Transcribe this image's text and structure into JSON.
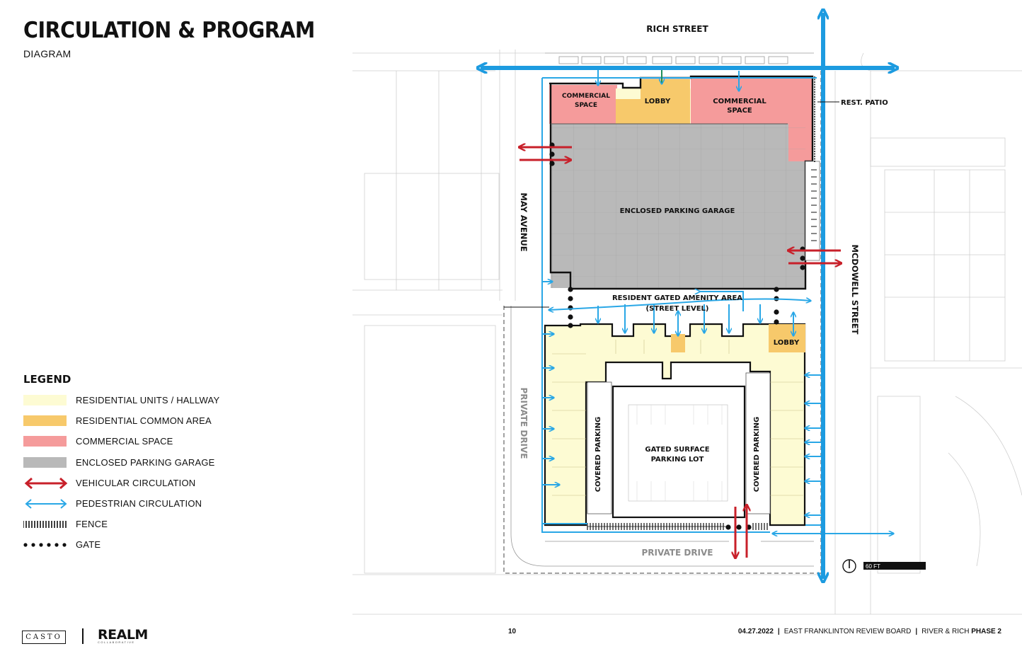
{
  "header": {
    "title": "CIRCULATION & PROGRAM",
    "subtitle": "DIAGRAM"
  },
  "streets": {
    "north": "RICH STREET",
    "west": "MAY AVENUE",
    "east": "MCDOWELL STREET",
    "southwest": "PRIVATE DRIVE",
    "south": "PRIVATE DRIVE"
  },
  "spaces": {
    "commercial_west_1": "COMMERCIAL",
    "commercial_west_2": "SPACE",
    "lobby_north": "LOBBY",
    "commercial_east_1": "COMMERCIAL",
    "commercial_east_2": "SPACE",
    "rest_patio": "REST. PATIO",
    "garage": "ENCLOSED PARKING GARAGE",
    "amenity_1": "RESIDENT GATED AMENITY AREA",
    "amenity_2": "(STREET LEVEL)",
    "lobby_south": "LOBBY",
    "covered_parking_west": "COVERED PARKING",
    "covered_parking_east": "COVERED PARKING",
    "surface_lot_1": "GATED SURFACE",
    "surface_lot_2": "PARKING LOT"
  },
  "scale": {
    "label": "60 FT"
  },
  "legend": {
    "title": "LEGEND",
    "items": [
      {
        "label": "RESIDENTIAL UNITS / HALLWAY",
        "kind": "swatch",
        "color": "#fdfbd3"
      },
      {
        "label": "RESIDENTIAL COMMON AREA",
        "kind": "swatch",
        "color": "#f7c96b"
      },
      {
        "label": "COMMERCIAL SPACE",
        "kind": "swatch",
        "color": "#f59b9b"
      },
      {
        "label": "ENCLOSED PARKING GARAGE",
        "kind": "swatch",
        "color": "#b9b9b9"
      },
      {
        "label": "VEHICULAR CIRCULATION",
        "kind": "arrow",
        "color": "#c8202a"
      },
      {
        "label": "PEDESTRIAN CIRCULATION",
        "kind": "arrow",
        "color": "#29a7e6"
      },
      {
        "label": "FENCE",
        "kind": "fence",
        "color": "#111111"
      },
      {
        "label": "GATE",
        "kind": "gate",
        "color": "#111111"
      }
    ]
  },
  "footer": {
    "brand_1": "CASTO",
    "brand_2": "REALM",
    "brand_2_sub": "COLLABORATIVE",
    "page_number": "10",
    "date": "04.27.2022",
    "board": "EAST FRANKLINTON REVIEW BOARD",
    "project": "RIVER & RICH",
    "phase": "PHASE 2"
  },
  "colors": {
    "residential": "#fdfbd3",
    "common": "#f7c96b",
    "commercial": "#f59b9b",
    "garage": "#b9b9b9",
    "vehicular": "#c8202a",
    "pedestrian": "#29a7e6",
    "main_pedestrian": "#1d9be0"
  }
}
